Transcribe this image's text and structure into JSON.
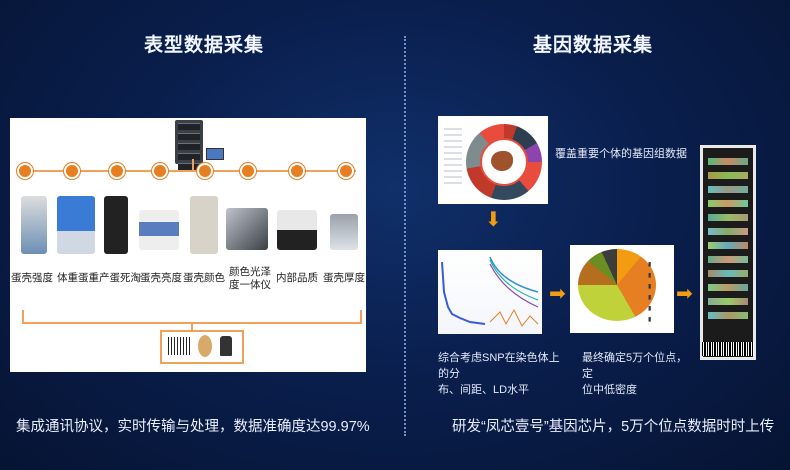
{
  "left": {
    "title": "表型数据采集",
    "devices": [
      "蛋壳强度",
      "体重蛋重",
      "产蛋死淘",
      "蛋壳亮度",
      "蛋壳颜色",
      "颜色光泽\n度一体仪",
      "内部品质",
      "蛋壳厚度"
    ],
    "caption": "集成通讯协议，实时传输与处理，数据准确度达99.97%"
  },
  "right": {
    "title": "基因数据采集",
    "genome_label": "覆盖重要个体的基因组数据",
    "snp_label": "综合考虑SNP在染色体上的分\n布、间距、LD水平",
    "sites_label": "最终确定5万个位点，定\n位中低密度",
    "caption": "研发“凤芯壹号”基因芯片，5万个位点数据时时上传"
  },
  "colors": {
    "accent": "#f39c12",
    "background": "#0a1f4e",
    "bus": "#f1a25a"
  }
}
